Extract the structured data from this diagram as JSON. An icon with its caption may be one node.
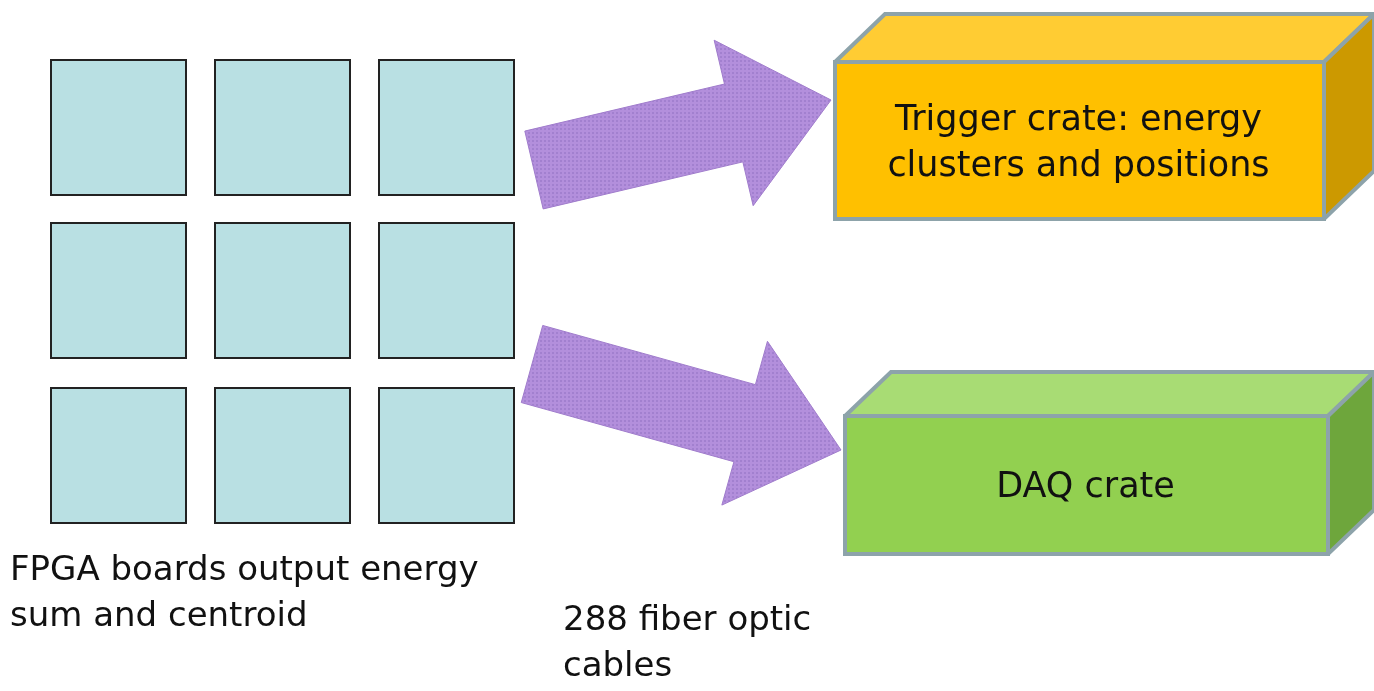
{
  "diagram": {
    "nodes": [
      {
        "text": [],
        "shape": "box"
      },
      {
        "text": [],
        "shape": "box"
      },
      {
        "text": [],
        "shape": "box"
      },
      {
        "text": [],
        "shape": "box"
      },
      {
        "text": [],
        "shape": "box"
      },
      {
        "text": [],
        "shape": "box"
      },
      {
        "text": [],
        "shape": "box"
      },
      {
        "text": [],
        "shape": "box"
      },
      {
        "text": [],
        "shape": "box"
      },
      {
        "text": [
          "Trigger crate: energy clusters and positions"
        ]
      },
      {
        "text": [
          "DAQ crate"
        ]
      }
    ],
    "edges": [
      {
        "from": null,
        "to": 9,
        "arrow": "to",
        "style": "thick"
      },
      {
        "from": null,
        "to": 10,
        "arrow": "to",
        "style": "thick"
      }
    ],
    "labels": [
      "FPGA boards output energy sum and centroid",
      "288 fiber optic cables"
    ]
  }
}
